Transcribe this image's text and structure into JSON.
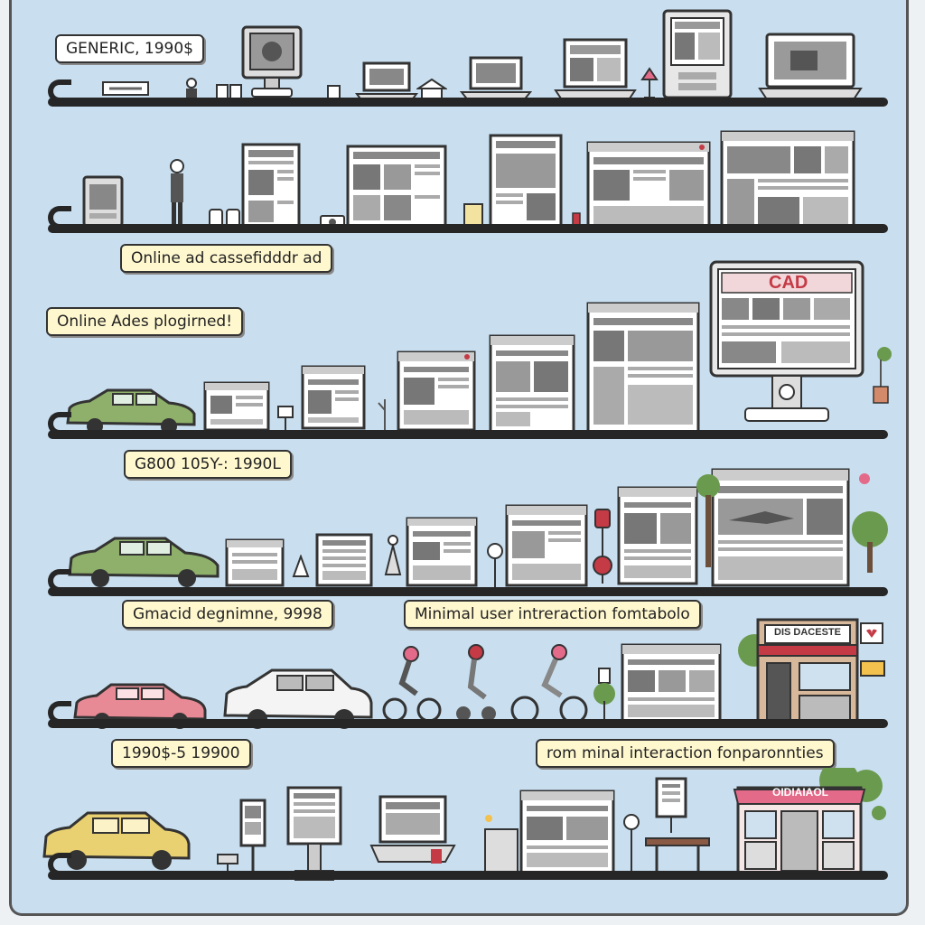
{
  "labels": {
    "row1": "GENERIC, 1990$",
    "row2": "Online ad cassefidddr ad",
    "row3": "Online Ades plogirned!",
    "row3b": "G800 105Y-: 1990L",
    "row4a": "Gmacid degnimne, 9998",
    "row4b": "Minimal user intreraction fomtabolo",
    "row5a": "1990$-5 19900",
    "row5b": "rom minal interaction fonparonnties"
  },
  "signs": {
    "billboard": "CAD",
    "shop_top": "DIS DACESTE",
    "shop_bottom": "OIDIAIAOL"
  },
  "colors": {
    "background": "#c9dff0",
    "track": "#262626",
    "label_fill": "#fff8cf",
    "car_green": "#8fb06a",
    "car_pink": "#e88a95",
    "car_yellow": "#e9d070",
    "accent_red": "#c43a45"
  }
}
